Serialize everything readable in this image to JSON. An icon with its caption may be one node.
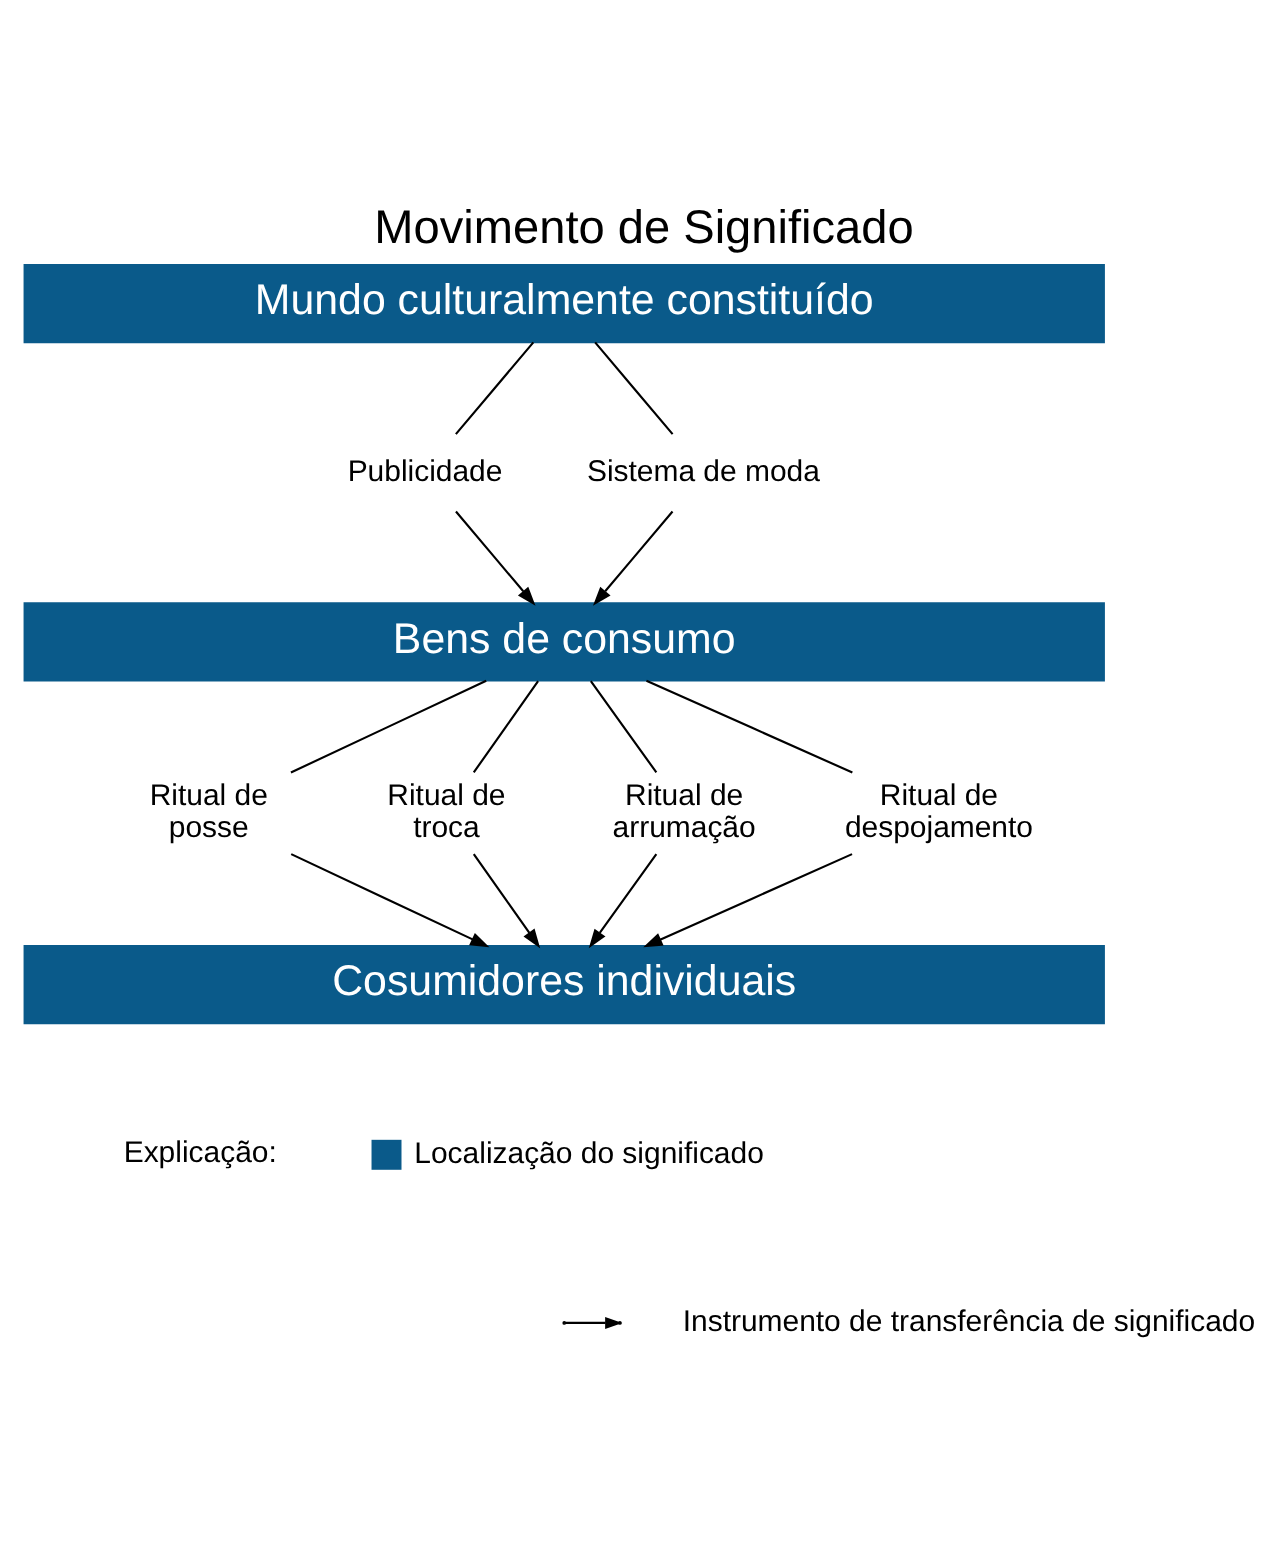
{
  "diagram": {
    "title": "Movimento de Significado",
    "nodes": [
      {
        "text": [
          "Mundo culturalmente constituído"
        ]
      },
      {
        "text": [
          "Bens de consumo"
        ]
      },
      {
        "text": [
          "Cosumidores individuais"
        ]
      },
      {
        "text": [
          "Publicidade"
        ]
      },
      {
        "text": [
          "Sistema de moda"
        ]
      },
      {
        "text": [
          "Ritual de posse"
        ]
      },
      {
        "text": [
          "Ritual de troca"
        ]
      },
      {
        "text": [
          "Ritual de arrumação"
        ]
      },
      {
        "text": [
          "Ritual de despojamento"
        ]
      }
    ],
    "edges": [
      {
        "from": 0,
        "to": 3,
        "arrow": "none"
      },
      {
        "from": 3,
        "to": 1,
        "arrow": "to"
      },
      {
        "from": 0,
        "to": 4,
        "arrow": "none"
      },
      {
        "from": 4,
        "to": 1,
        "arrow": "to"
      },
      {
        "from": 1,
        "to": 5,
        "arrow": "none"
      },
      {
        "from": 5,
        "to": 2,
        "arrow": "to"
      },
      {
        "from": 1,
        "to": 6,
        "arrow": "none"
      },
      {
        "from": 6,
        "to": 2,
        "arrow": "to"
      },
      {
        "from": 1,
        "to": 7,
        "arrow": "none"
      },
      {
        "from": 7,
        "to": 2,
        "arrow": "to"
      },
      {
        "from": 1,
        "to": 8,
        "arrow": "none"
      },
      {
        "from": 8,
        "to": 2,
        "arrow": "to"
      }
    ],
    "labels": [
      "Explicação:"
    ],
    "legend": [
      {
        "text": "Localização do significado",
        "color": "#0a5a8a"
      },
      {
        "text": "Instrumento de transferência de significado"
      }
    ]
  }
}
